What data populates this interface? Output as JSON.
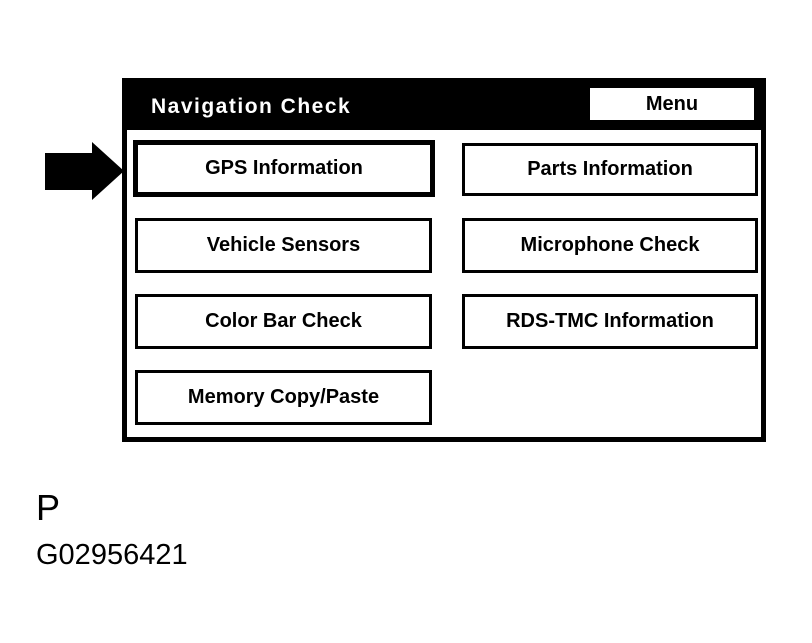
{
  "figure": {
    "label": "P",
    "code": "G02956421"
  },
  "screen": {
    "title": "Navigation Check",
    "menu_button_label": "Menu",
    "buttons": [
      {
        "label": "GPS Information",
        "selected": true
      },
      {
        "label": "Parts Information",
        "selected": false
      },
      {
        "label": "Vehicle Sensors",
        "selected": false
      },
      {
        "label": "Microphone Check",
        "selected": false
      },
      {
        "label": "Color Bar Check",
        "selected": false
      },
      {
        "label": "RDS-TMC Information",
        "selected": false
      },
      {
        "label": "Memory Copy/Paste",
        "selected": false
      }
    ],
    "pointer_icon": "arrow-right-icon",
    "colors": {
      "header_bg": "#000000",
      "header_text": "#ffffff",
      "button_border": "#000000",
      "button_bg": "#ffffff",
      "button_text": "#000000",
      "arrow": "#000000"
    }
  }
}
